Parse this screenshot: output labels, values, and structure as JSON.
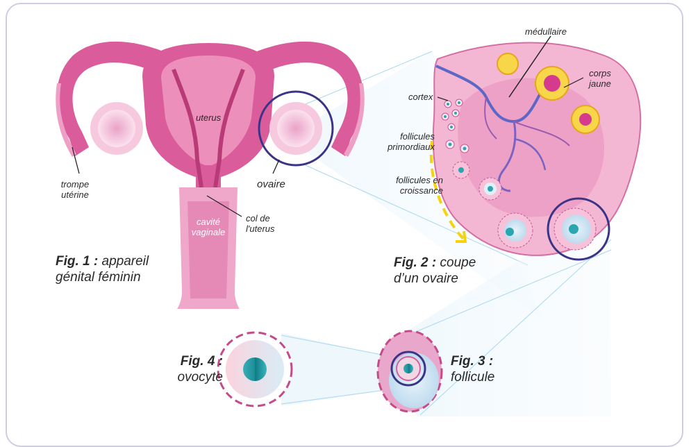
{
  "labels": {
    "uterus": "uterus",
    "trompe_line1": "trompe",
    "trompe_line2": "utérine",
    "ovaire": "ovaire",
    "col_line1": "col de",
    "col_line2": "l'uterus",
    "cavite_line1": "cavité",
    "cavite_line2": "vaginale",
    "medullaire": "médullaire",
    "corps_line1": "corps",
    "corps_line2": "jaune",
    "cortex": "cortex",
    "primordiaux_line1": "follicules",
    "primordiaux_line2": "primordiaux",
    "croissance_line1": "follicules en",
    "croissance_line2": "croissance"
  },
  "figures": {
    "fig1": {
      "number": "Fig. 1 :",
      "text_line1": "appareil",
      "text_line2": "génital féminin"
    },
    "fig2": {
      "number": "Fig. 2 :",
      "text_line1": "coupe",
      "text_line2": "d’un ovaire"
    },
    "fig3": {
      "number": "Fig. 3 :",
      "text_line2": "follicule"
    },
    "fig4": {
      "number": "Fig. 4 :",
      "text_line2": "ovocyte"
    }
  },
  "colors": {
    "uterus_pink": "#db5c9b",
    "uterus_light": "#ec9cc4",
    "ovary_pink": "#f3bcd7",
    "ovary_outline": "#3b3486",
    "arrow_yellow": "#f7d20f",
    "frame_border": "#cfcde4"
  }
}
